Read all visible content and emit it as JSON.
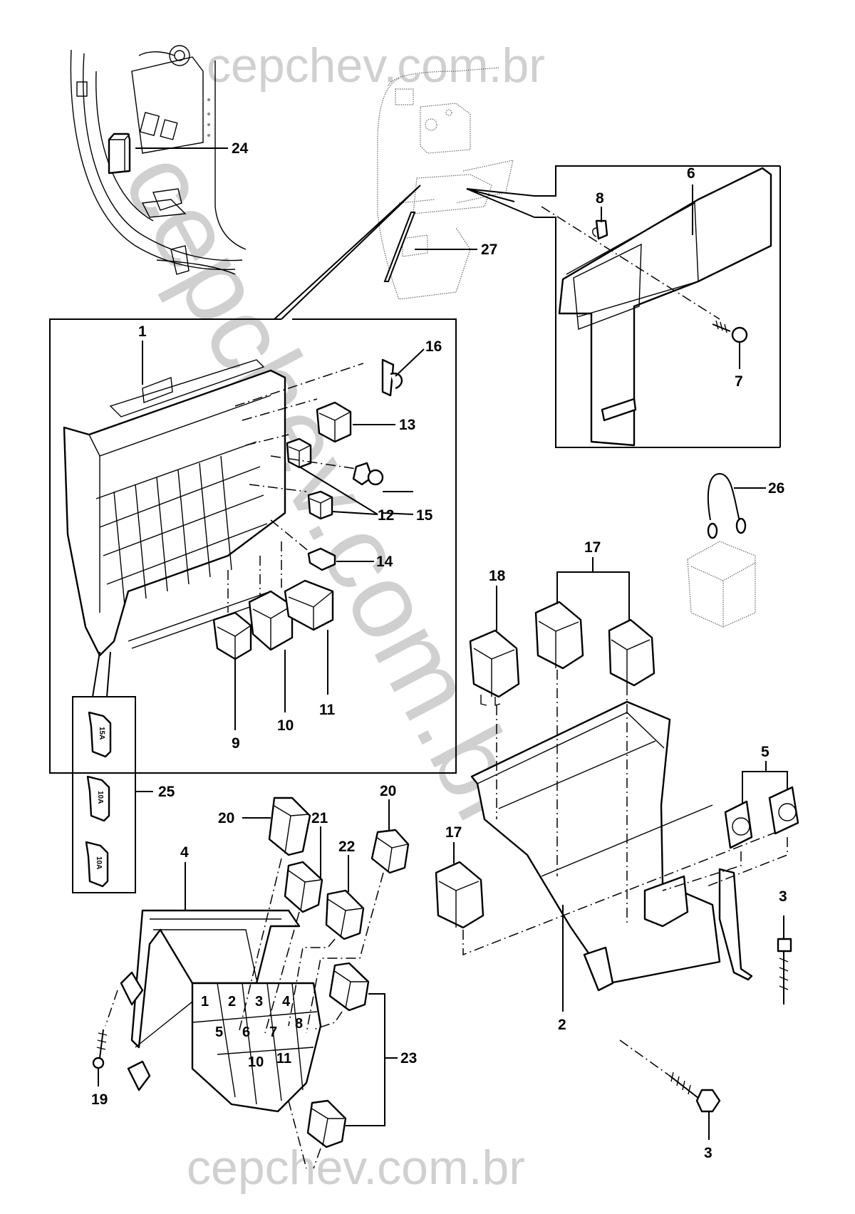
{
  "diagram": {
    "title": "Fuse and relay box assembly — exploded parts view",
    "watermark": {
      "top": "cepchev.com.br",
      "bottom": "cepchev.com.br",
      "diagonal": "cepchev.com.br"
    },
    "callouts": {
      "c1": "1",
      "c2": "2",
      "c3a": "3",
      "c3b": "3",
      "c4": "4",
      "c5": "5",
      "c6": "6",
      "c7": "7",
      "c8": "8",
      "c9": "9",
      "c10": "10",
      "c11": "11",
      "c12": "12",
      "c13": "13",
      "c14": "14",
      "c15": "15",
      "c16": "16",
      "c17a": "17",
      "c17b": "17",
      "c18": "18",
      "c19": "19",
      "c20a": "20",
      "c20b": "20",
      "c21": "21",
      "c22": "22",
      "c23": "23",
      "c24": "24",
      "c25": "25",
      "c26": "26",
      "c27": "27"
    },
    "fuse_ratings": [
      "15A",
      "10A",
      "10A"
    ],
    "relay_base_slots": [
      "1",
      "2",
      "3",
      "4",
      "5",
      "6",
      "7",
      "8",
      "10",
      "11"
    ]
  }
}
